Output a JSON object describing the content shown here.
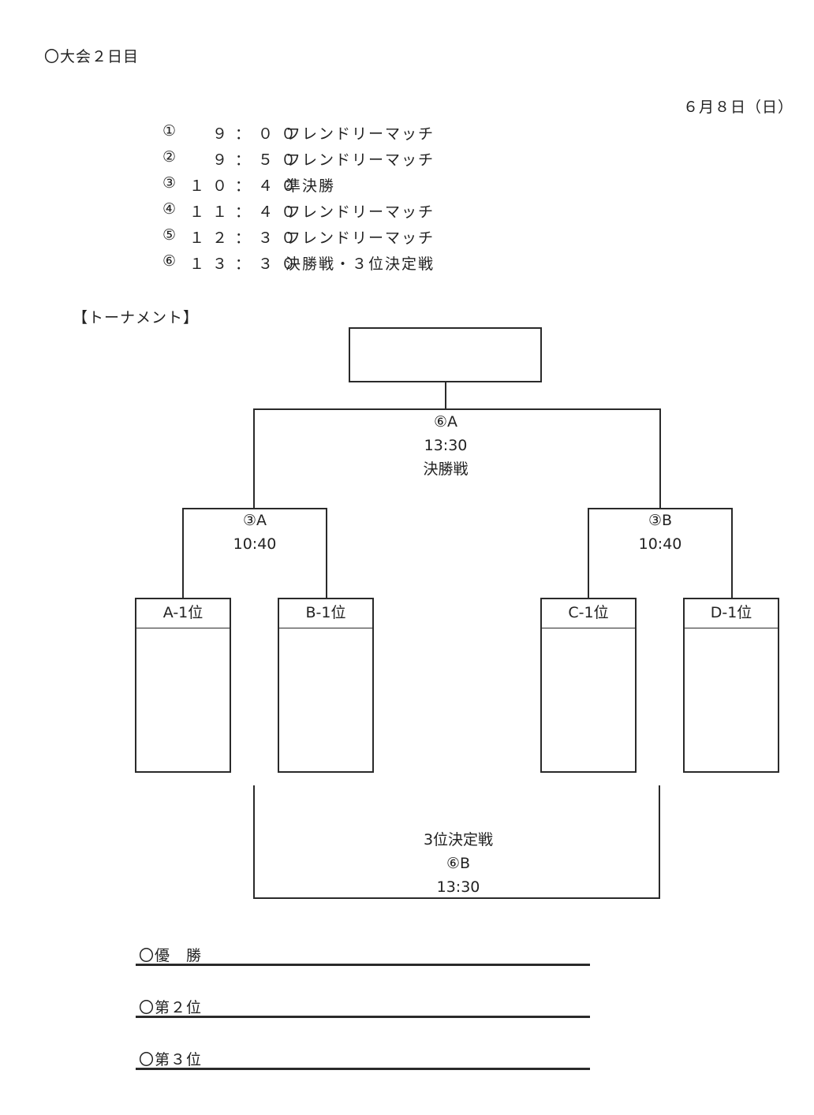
{
  "header": {
    "title": "〇大会２日目",
    "date": "６月８日（日）"
  },
  "schedule": [
    {
      "num": "①",
      "time": "　９：００",
      "event": "フレンドリーマッチ"
    },
    {
      "num": "②",
      "time": "　９：５０",
      "event": "フレンドリーマッチ"
    },
    {
      "num": "③",
      "time": "１０：４０",
      "event": "準決勝"
    },
    {
      "num": "④",
      "time": "１１：４０",
      "event": "フレンドリーマッチ"
    },
    {
      "num": "⑤",
      "time": "１２：３０",
      "event": "フレンドリーマッチ"
    },
    {
      "num": "⑥",
      "time": "１３：３０",
      "event": "決勝戦・３位決定戦"
    }
  ],
  "tournament": {
    "heading": "【トーナメント】",
    "final": {
      "code": "⑥A",
      "time": "13:30",
      "name": "決勝戦"
    },
    "semi_a": {
      "code": "③A",
      "time": "10:40"
    },
    "semi_b": {
      "code": "③B",
      "time": "10:40"
    },
    "teams": [
      "A-1位",
      "B-1位",
      "C-1位",
      "D-1位"
    ],
    "third_place": {
      "name": "3位決定戦",
      "code": "⑥B",
      "time": "13:30"
    }
  },
  "results": {
    "first": "〇優　勝",
    "second": "〇第２位",
    "third": "〇第３位"
  }
}
